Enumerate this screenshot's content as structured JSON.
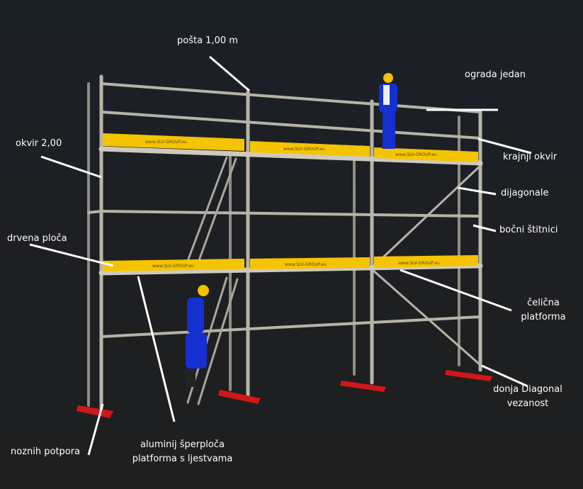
{
  "diagram": {
    "subject": "scaffolding",
    "plank_brand": "www.SLV-GROUP.eu",
    "colors": {
      "background": "#1d1f24",
      "plank": "#f5c400",
      "base_plate": "#d01818",
      "tube": "#b8b4a8",
      "worker": "#1530d0",
      "label": "#ffffff"
    }
  },
  "labels": {
    "post": "pošta 1,00 m",
    "guardrail": "ograda jedan",
    "frame": "okvir 2,00",
    "end_frame": "krajnji okvir",
    "diagonals": "dijagonale",
    "side_guards": "bočni štitnici",
    "wood_plank": "drvena ploča",
    "steel_platform_1": "čelična",
    "steel_platform_2": "platforma",
    "bottom_diagonal_1": "donja Diagonal",
    "bottom_diagonal_2": "vezanost",
    "base_jacks": "noznih potpora",
    "alu_platform_1": "aluminij šperploča",
    "alu_platform_2": "platforma s ljestvama"
  }
}
